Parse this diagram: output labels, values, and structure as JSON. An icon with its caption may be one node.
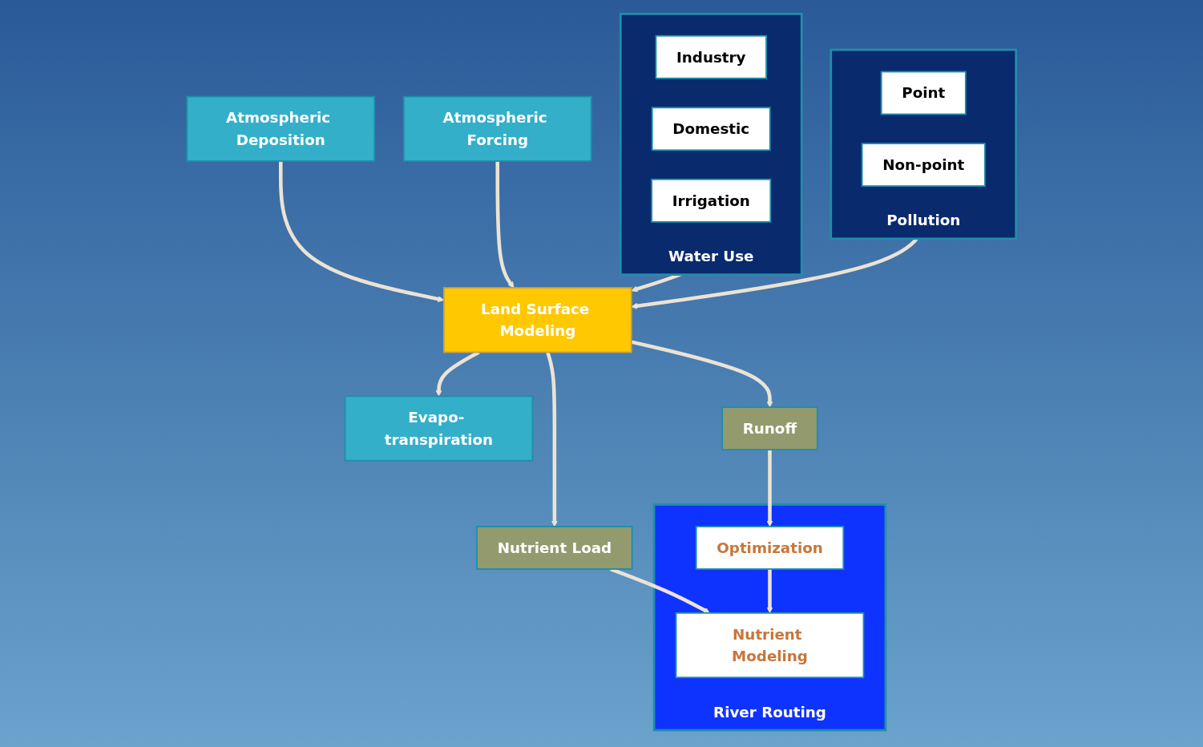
{
  "diagram": {
    "nodes": [
      {
        "text": [
          "Atmospheric Deposition"
        ]
      },
      {
        "text": [
          "Atmospheric Forcing"
        ]
      },
      {
        "text": [
          "Evapo- transpiration"
        ]
      },
      {
        "text": [
          "Water Use"
        ]
      },
      {
        "text": [
          "Industry"
        ],
        "in": 3
      },
      {
        "text": [
          "Domestic"
        ],
        "in": 3
      },
      {
        "text": [
          "Irrigation"
        ],
        "in": 3
      },
      {
        "text": [
          "Land Surface Modeling"
        ]
      },
      {
        "text": [
          "Pollution"
        ]
      },
      {
        "text": [
          "Point"
        ],
        "in": 8
      },
      {
        "text": [
          "Non-point"
        ],
        "in": 8
      },
      {
        "text": [
          "Runoff"
        ]
      },
      {
        "text": [
          "Nutrient Load"
        ]
      },
      {
        "text": [
          "River Routing"
        ]
      },
      {
        "text": [
          "Optimization"
        ],
        "in": 13
      },
      {
        "text": [
          "Nutrient Modeling"
        ],
        "in": 13
      }
    ],
    "edges": [
      {
        "from": 0,
        "to": 7,
        "arrow": "to"
      },
      {
        "from": 1,
        "to": 7,
        "arrow": "to"
      },
      {
        "from": 7,
        "to": 2,
        "arrow": "to"
      },
      {
        "from": 3,
        "to": 7,
        "arrow": "to"
      },
      {
        "from": 8,
        "to": 7,
        "arrow": "to"
      },
      {
        "from": 7,
        "to": 11,
        "arrow": "to"
      },
      {
        "from": 7,
        "to": 12,
        "arrow": "to"
      },
      {
        "from": 11,
        "to": 14,
        "arrow": "to"
      },
      {
        "from": 12,
        "to": 15,
        "arrow": "to"
      },
      {
        "from": 14,
        "to": 15,
        "arrow": "to"
      }
    ]
  }
}
